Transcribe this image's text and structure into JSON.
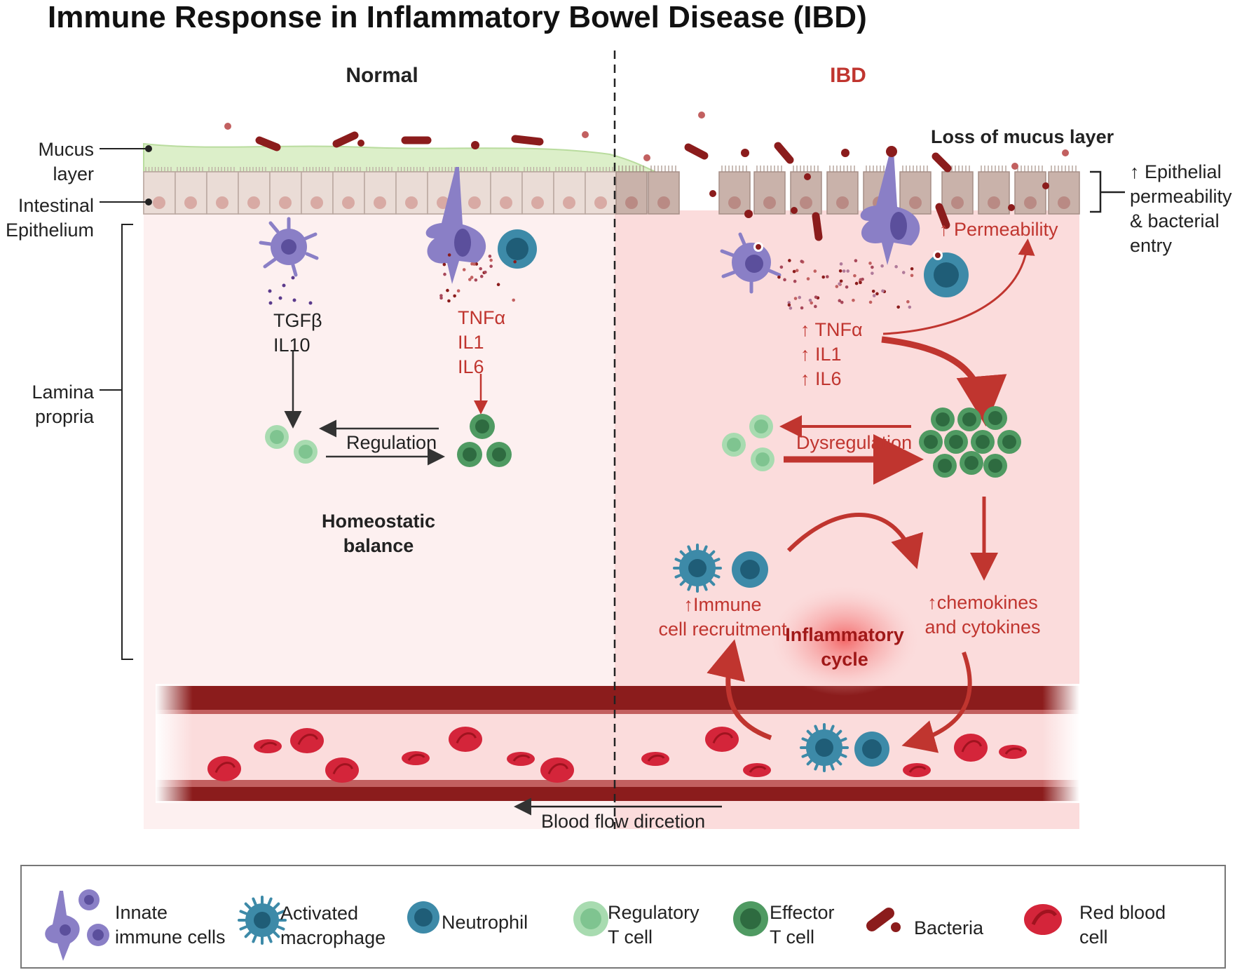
{
  "title": "Immune Response in Inflammatory Bowel Disease (IBD)",
  "panels": {
    "normal_title": "Normal",
    "ibd_title": "IBD"
  },
  "layers": {
    "mucus": [
      "Mucus",
      "layer"
    ],
    "epithelium": [
      "Intestinal",
      "Epithelium"
    ],
    "lamina": [
      "Lamina",
      "propria"
    ]
  },
  "normal": {
    "anti_inflammatory": [
      "TGFβ",
      "IL10"
    ],
    "pro_inflammatory": [
      "TNFα",
      "IL1",
      "IL6"
    ],
    "regulation": "Regulation",
    "balance": [
      "Homeostatic",
      "balance"
    ]
  },
  "ibd": {
    "loss_of_mucus": "Loss of mucus layer",
    "epithelial_note": [
      "↑ Epithelial",
      "permeability",
      "& bacterial",
      "entry"
    ],
    "permeability": "↑ Permeability",
    "cytokines": [
      "↑ TNFα",
      "↑ IL1",
      "↑ IL6"
    ],
    "dysregulation": "Dysregulation",
    "recruitment": [
      "↑Immune",
      "cell recruitment"
    ],
    "chemokines": [
      "↑chemokines",
      "and cytokines"
    ],
    "cycle": [
      "Inflammatory",
      "cycle"
    ]
  },
  "blood_flow": "Blood flow dircetion",
  "legend": [
    {
      "label": [
        "Innate",
        "immune cells"
      ],
      "icon": "innate-immune-cells-icon"
    },
    {
      "label": [
        "Activated",
        "macrophage"
      ],
      "icon": "activated-macrophage-icon"
    },
    {
      "label": [
        "Neutrophil"
      ],
      "icon": "neutrophil-icon"
    },
    {
      "label": [
        "Regulatory",
        "T cell"
      ],
      "icon": "regulatory-t-cell-icon"
    },
    {
      "label": [
        "Effector",
        "T cell"
      ],
      "icon": "effector-t-cell-icon"
    },
    {
      "label": [
        "Bacteria"
      ],
      "icon": "bacteria-icon"
    },
    {
      "label": [
        "Red blood",
        "cell"
      ],
      "icon": "red-blood-cell-icon"
    }
  ],
  "colors": {
    "mucus": "#dcefc9",
    "epithelium": "#eadcd6",
    "lamina_normal": "#fdf0f0",
    "lamina_ibd": "#fbdcdc",
    "vessel_wall": "#8b1c1c",
    "accent_red": "#c0352f",
    "regulatory_t": "#a8dbb0",
    "effector_t": "#4f9a62",
    "innate": "#8a7fc6",
    "macrophage": "#3d8aa8"
  }
}
